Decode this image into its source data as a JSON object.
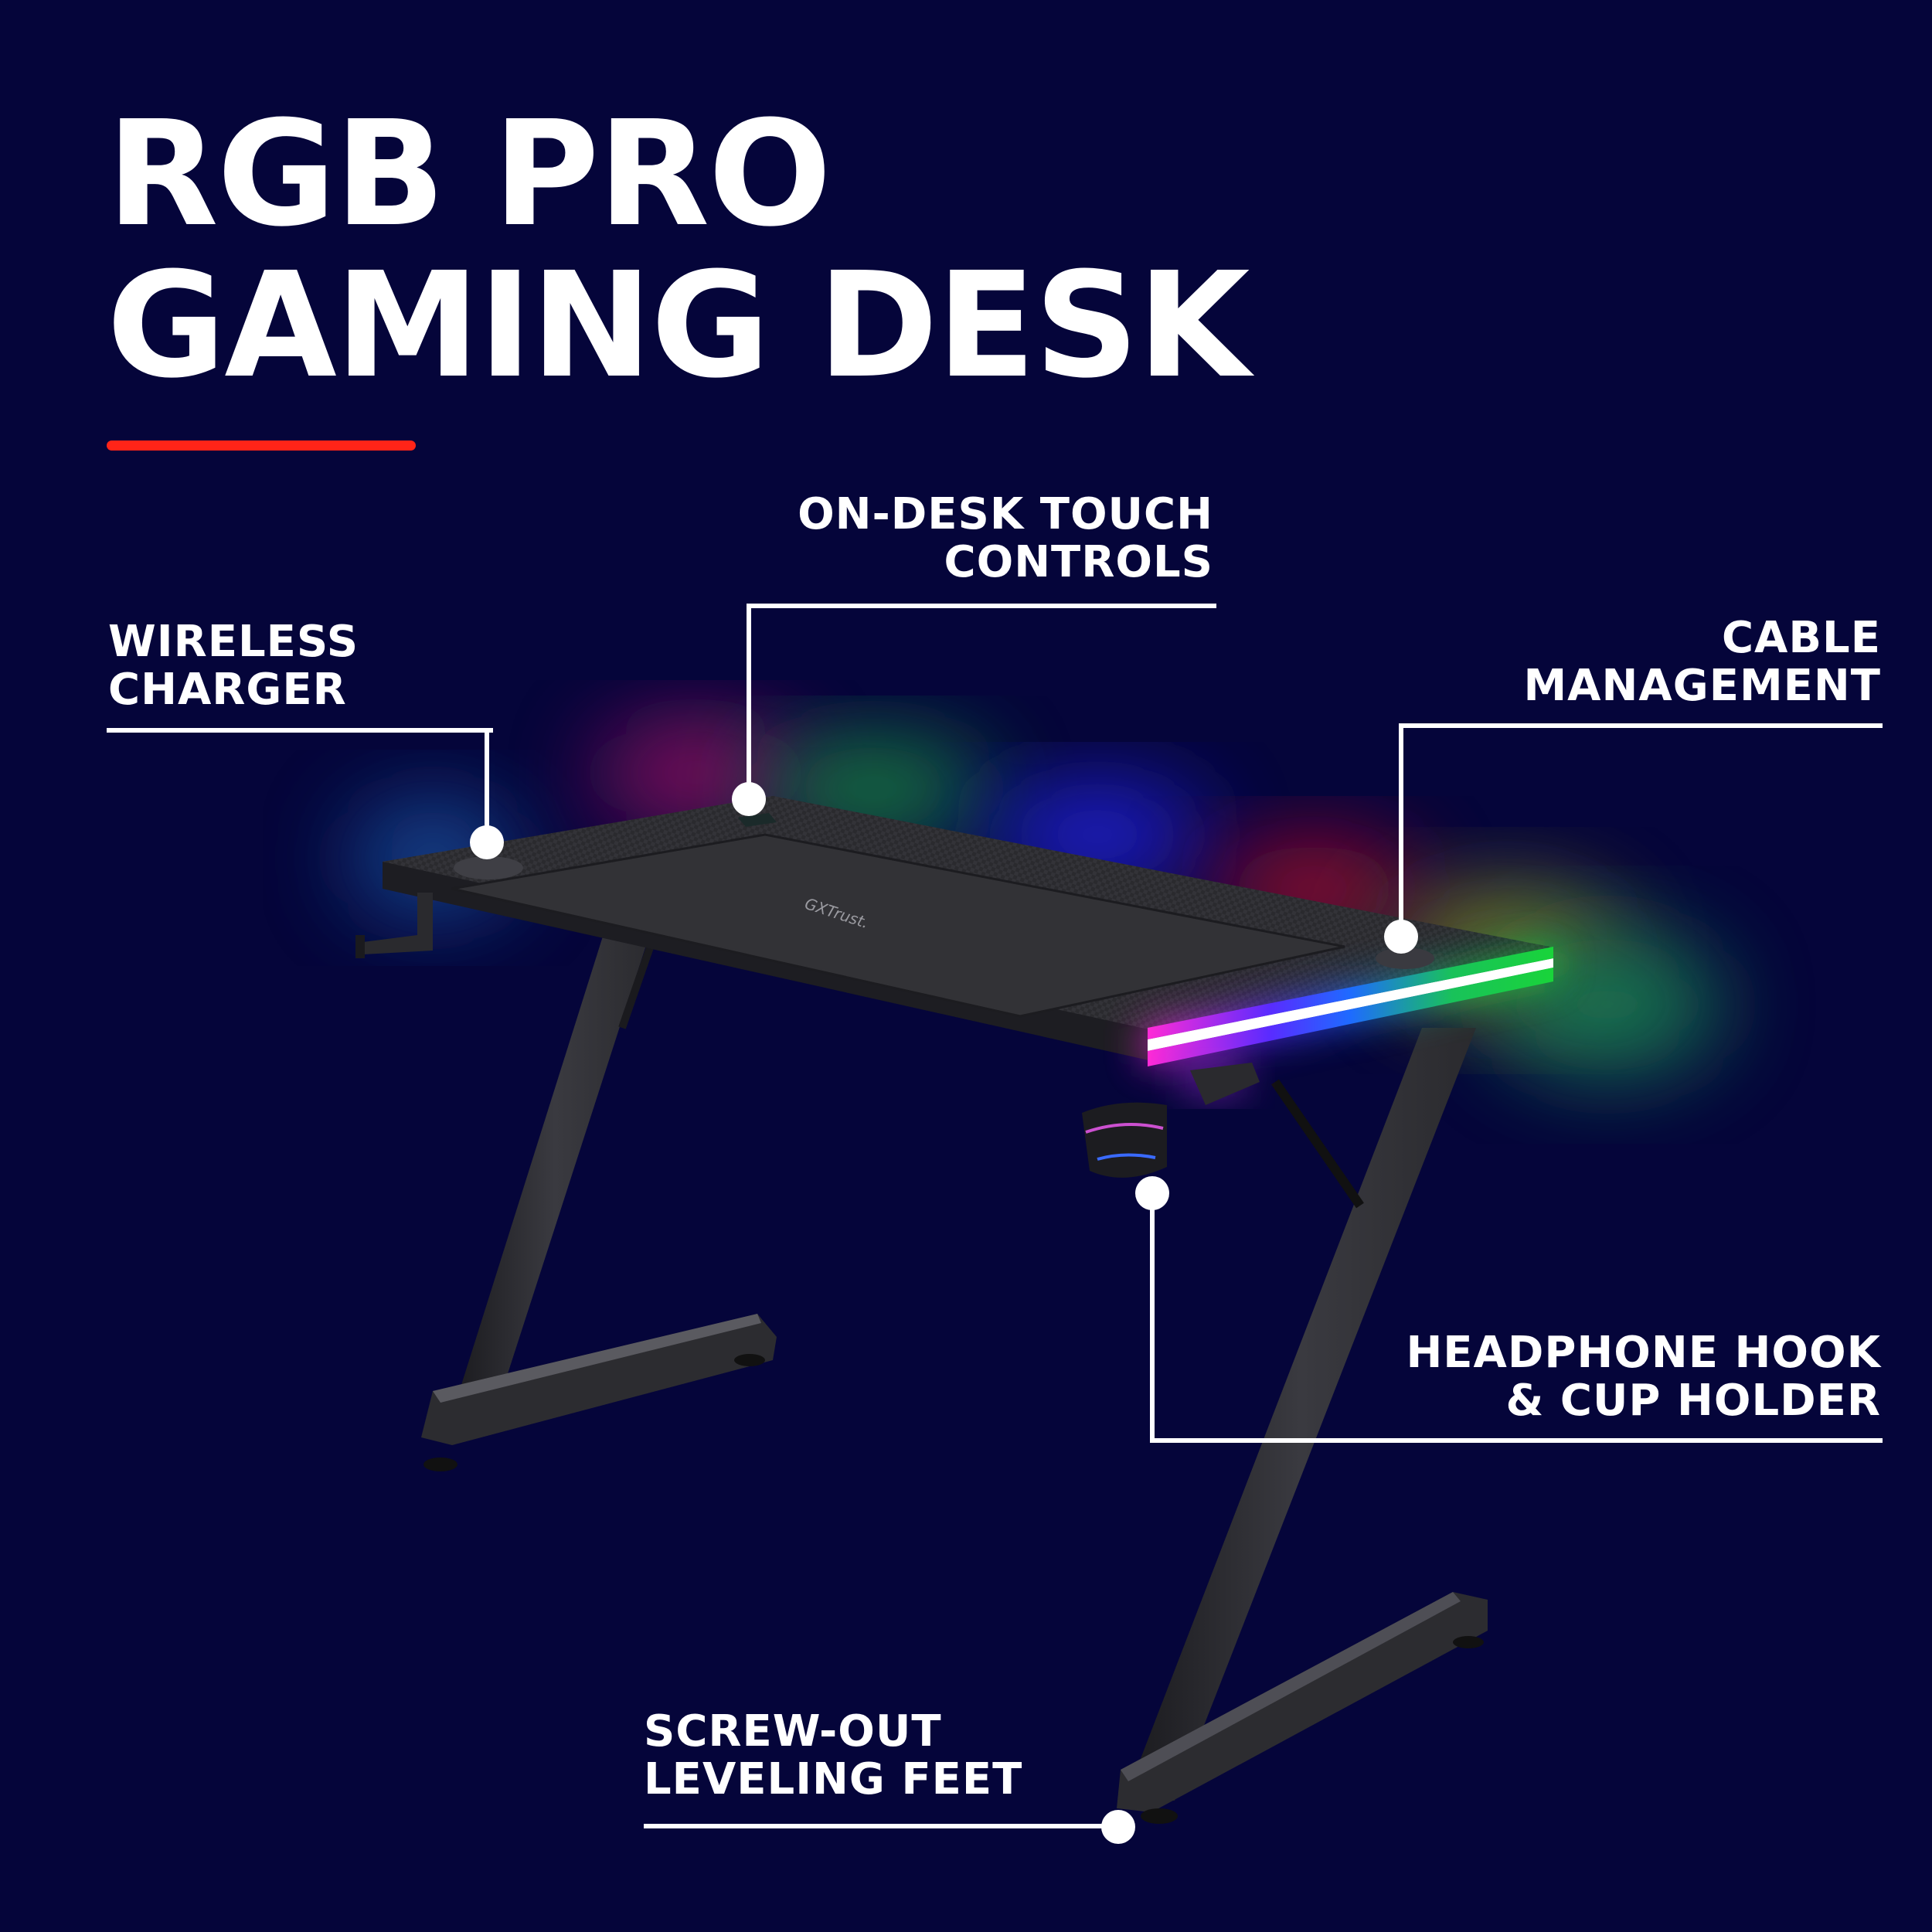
{
  "headline": {
    "line1": "RGB PRO",
    "line2": "GAMING DESK",
    "accent_color": "#ff2418"
  },
  "colors": {
    "background": "#05053a",
    "text": "#ffffff",
    "callout_line": "#ffffff"
  },
  "product": {
    "brand_logo": "GXTrust.",
    "rgb_colors": [
      "#ff2bd6",
      "#7a2bff",
      "#1e4bff",
      "#00d2ff",
      "#19d43a",
      "#ff1b3a"
    ]
  },
  "callouts": [
    {
      "id": "wireless-charger",
      "line1": "WIRELESS",
      "line2": "CHARGER"
    },
    {
      "id": "touch-controls",
      "line1": "ON-DESK TOUCH",
      "line2": "CONTROLS"
    },
    {
      "id": "cable-management",
      "line1": "CABLE",
      "line2": "MANAGEMENT"
    },
    {
      "id": "headphone-cup",
      "line1": "HEADPHONE HOOK",
      "line2": "& CUP HOLDER"
    },
    {
      "id": "leveling-feet",
      "line1": "SCREW-OUT",
      "line2": "LEVELING FEET"
    }
  ]
}
